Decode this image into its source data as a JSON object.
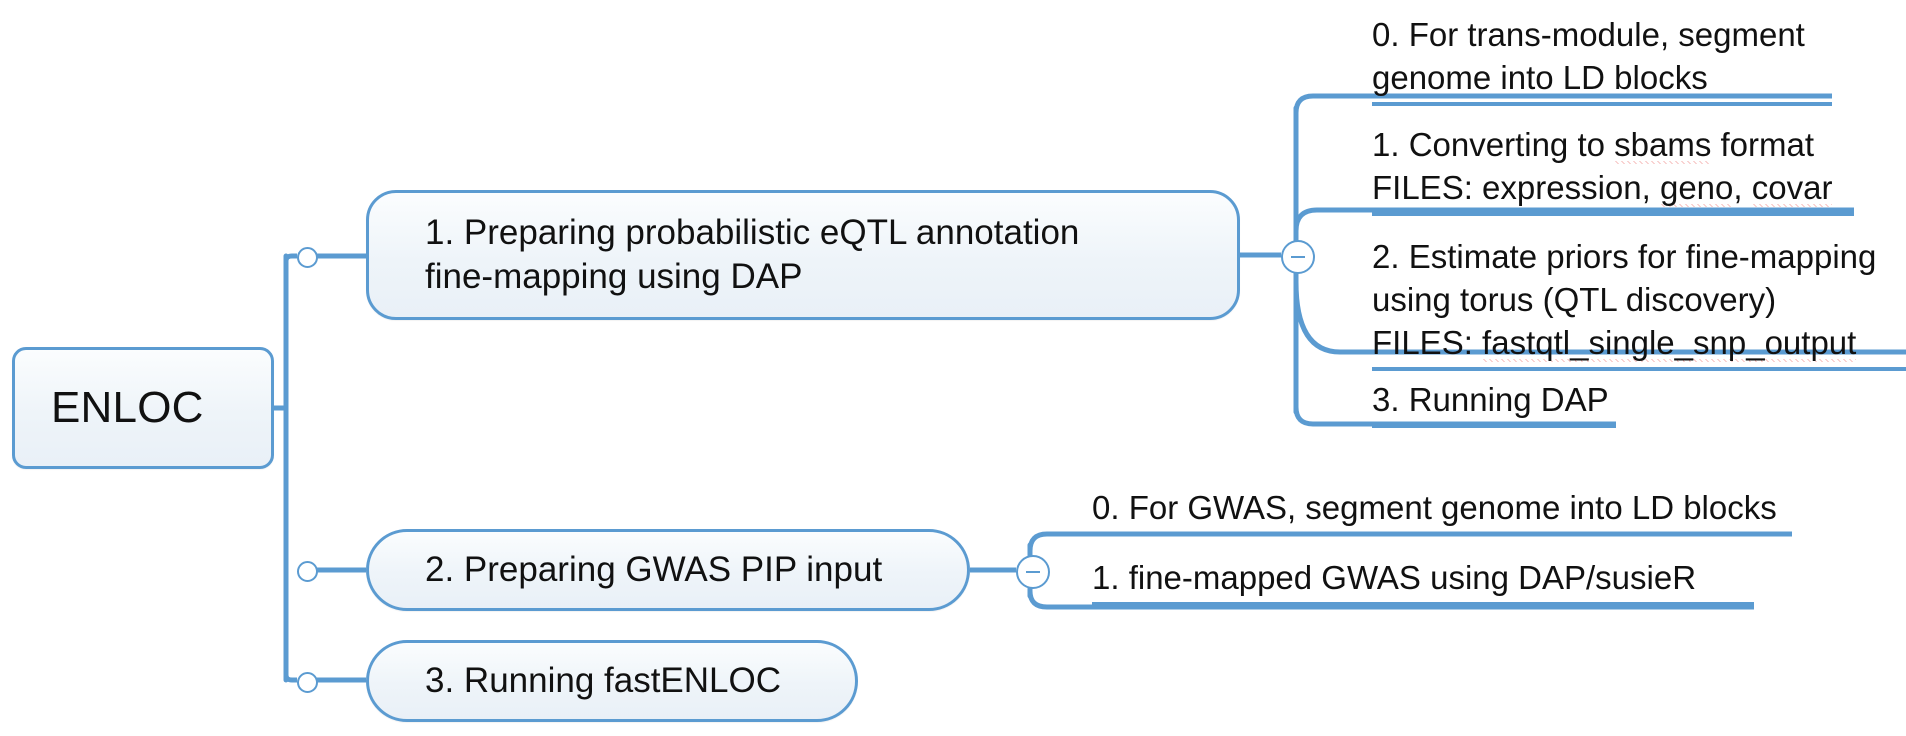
{
  "title": "ENLOC",
  "theme": {
    "line_color": "#5b9bd1",
    "node_fill": "#eef4f9",
    "text_color": "#111111",
    "spellcheck_underline": "#e8554e",
    "canvas_background": "#ffffff"
  },
  "root": {
    "label": "ENLOC"
  },
  "branches": [
    {
      "id": "b1",
      "label": "1. Preparing probabilistic eQTL annotation\nfine-mapping using DAP",
      "collapse_toggle": "−",
      "children": [
        {
          "id": "l0",
          "label": "0. For trans-module, segment\ngenome into LD blocks",
          "misspelled": []
        },
        {
          "id": "l1",
          "line1_pre": "1. Converting to ",
          "line1_misspelled": "sbams",
          "line1_post": " format",
          "line2_pre": "FILES: expression, ",
          "line2_misspelled_a": "geno",
          "line2_mid": ", ",
          "line2_misspelled_b": "covar",
          "label": "1. Converting to sbams format\nFILES: expression, geno, covar",
          "misspelled": [
            "sbams",
            "geno",
            "covar"
          ]
        },
        {
          "id": "l2",
          "line1": "2. Estimate priors for fine-mapping",
          "line2": "using torus (QTL discovery)",
          "line3_pre": "FILES: ",
          "line3_misspelled": "fastqtl_single_snp_output",
          "label": "2. Estimate priors for fine-mapping\nusing torus (QTL discovery)\nFILES: fastqtl_single_snp_output",
          "misspelled": [
            "fastqtl_single_snp_output"
          ]
        },
        {
          "id": "l3",
          "label": "3. Running DAP",
          "misspelled": []
        }
      ]
    },
    {
      "id": "b2",
      "label": "2. Preparing GWAS PIP input",
      "collapse_toggle": "−",
      "children": [
        {
          "id": "g0",
          "label": "0. For GWAS, segment genome into LD blocks",
          "misspelled": []
        },
        {
          "id": "g1",
          "label": "1. fine-mapped GWAS using DAP/susieR",
          "misspelled": []
        }
      ]
    },
    {
      "id": "b3",
      "label": "3. Running fastENLOC",
      "collapse_toggle": null,
      "children": []
    }
  ]
}
